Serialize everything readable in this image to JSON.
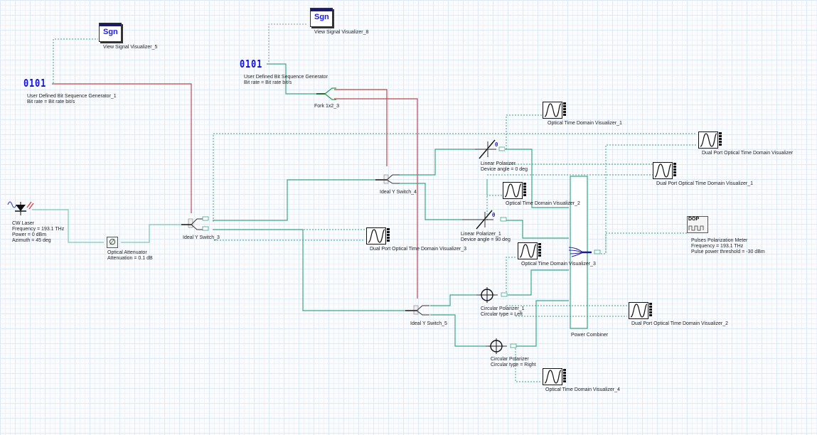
{
  "canvas": {
    "grid": "on",
    "colors": {
      "optical_wire": "#3aa882",
      "electrical_wire": "#b94a4a",
      "monitor_wire": "#3aa882",
      "bits_icon": "#1010e0"
    }
  },
  "components": {
    "vsv5": {
      "icon": "sgn",
      "glyph": "Sgn",
      "name": "View Signal Visualizer_5"
    },
    "vsv8": {
      "icon": "sgn",
      "glyph": "Sgn",
      "name": "View Signal Visualizer_8"
    },
    "bsg1": {
      "icon": "bits",
      "glyph": "0101",
      "name": "User Defined Bit Sequence Generator_1",
      "param": "Bit rate = Bit rate  bit/s"
    },
    "bsg": {
      "icon": "bits",
      "glyph": "0101",
      "name": "User Defined Bit Sequence Generator",
      "param": "Bit rate = Bit rate  bit/s"
    },
    "fork": {
      "icon": "fork",
      "name": "Fork 1x2_3"
    },
    "laser": {
      "icon": "laser",
      "name": "CW Laser",
      "params": [
        "Frequency = 193.1  THz",
        "Power = 0  dBm",
        "Azimuth = 45  deg"
      ]
    },
    "atten": {
      "icon": "attenuator",
      "glyph": "∅",
      "name": "Optical Attenuator",
      "param": "Attenuation = 0.1  dB"
    },
    "ys3": {
      "icon": "y-switch",
      "name": "Ideal Y Switch_3"
    },
    "ys4": {
      "icon": "y-switch",
      "name": "Ideal Y Switch_4"
    },
    "ys5": {
      "icon": "y-switch",
      "name": "Ideal Y Switch_5"
    },
    "lp0": {
      "icon": "linear-polarizer",
      "name": "Linear Polarizer",
      "param": "Device angle = 0  deg"
    },
    "lp1": {
      "icon": "linear-polarizer",
      "name": "Linear Polarizer_1",
      "param": "Device angle = 90  deg"
    },
    "cp1": {
      "icon": "circular-polarizer",
      "name": "Circular Polarizer_1",
      "param": "Circular type = Left"
    },
    "cp": {
      "icon": "circular-polarizer",
      "name": "Circular Polarizer",
      "param": "Circular type = Right"
    },
    "otdv1": {
      "icon": "otdv",
      "name": "Optical Time Domain Visualizer_1"
    },
    "otdv2": {
      "icon": "otdv",
      "name": "Optical Time Domain Visualizer_2"
    },
    "otdv3": {
      "icon": "otdv",
      "name": "Optical Time Domain Visualizer_3"
    },
    "otdv4": {
      "icon": "otdv",
      "name": "Optical Time Domain Visualizer_4"
    },
    "dpv": {
      "icon": "otdv",
      "name": "Dual Port Optical Time Domain Visualizer"
    },
    "dpv1": {
      "icon": "otdv",
      "name": "Dual Port Optical Time Domain Visualizer_1"
    },
    "dpv2": {
      "icon": "otdv",
      "name": "Dual Port Optical Time Domain Visualizer_2"
    },
    "dpv3": {
      "icon": "otdv",
      "name": "Dual Port Optical Time Domain Visualizer_3"
    },
    "combiner": {
      "icon": "power-combiner",
      "name": "Power Combiner"
    },
    "ppm": {
      "icon": "polarization-meter",
      "glyph": "DOP",
      "name": "Pulses Polarization Meter",
      "params": [
        "Frequency = 193.1  THz",
        "Pulse power threshold = -30  dBm"
      ]
    }
  }
}
